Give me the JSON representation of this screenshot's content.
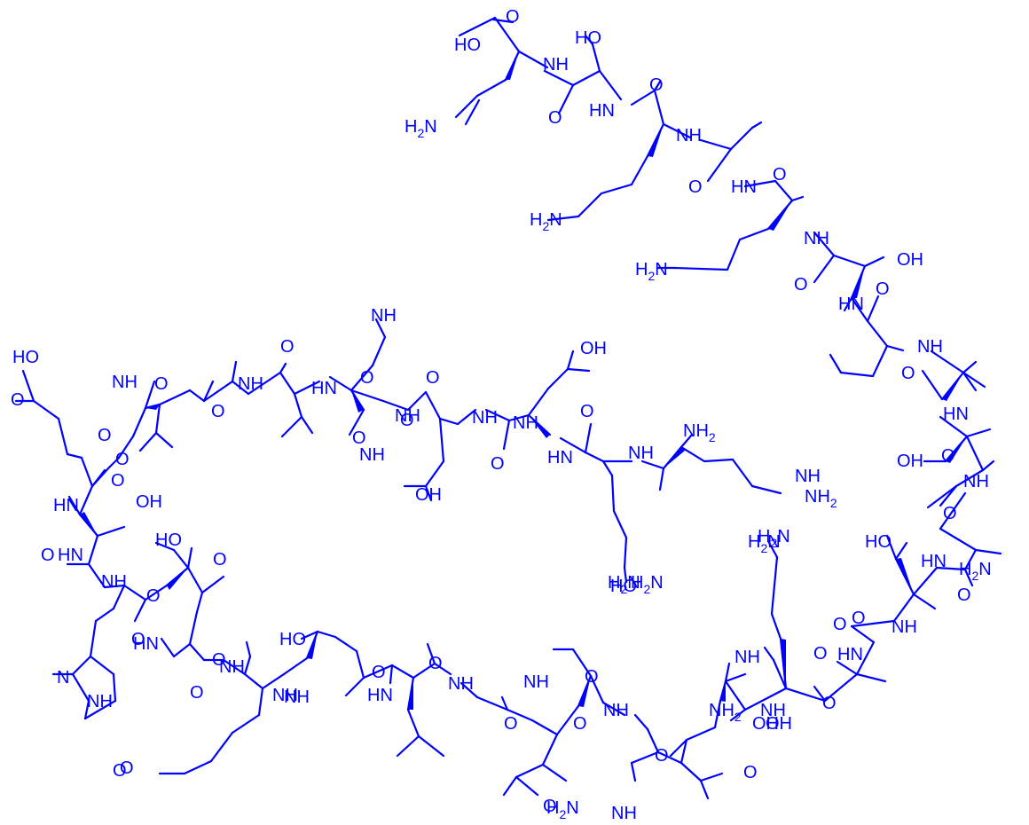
{
  "colors": {
    "ink": "#0000ff",
    "background": "#ffffff"
  },
  "labels": [
    "HO",
    "O",
    "HO",
    "NH",
    "O",
    "H2N",
    "HN",
    "O",
    "NH",
    "O",
    "H2N",
    "HN",
    "O",
    "H2N",
    "NH",
    "O",
    "OH",
    "HN",
    "O",
    "NH",
    "HN",
    "O",
    "O",
    "NH",
    "O",
    "O",
    "NH",
    "HN",
    "O",
    "HO",
    "OH",
    "O",
    "NH",
    "O",
    "NH",
    "O",
    "NH",
    "NH",
    "O",
    "O",
    "HN",
    "NH",
    "NH2",
    "NH2",
    "O",
    "NH",
    "O",
    "O",
    "OH",
    "NH",
    "HN",
    "O",
    "HO",
    "O",
    "NH",
    "O",
    "H2N",
    "O",
    "O",
    "HN",
    "OH",
    "HN",
    "O",
    "NH",
    "HO",
    "O",
    "NH",
    "O",
    "HN",
    "NH",
    "O",
    "O",
    "HO",
    "O",
    "NH",
    "O",
    "NH",
    "HN",
    "NH",
    "O",
    "N",
    "NH",
    "NH",
    "O",
    "O",
    "NH",
    "NH",
    "O",
    "HN",
    "O",
    "O",
    "H2N",
    "O",
    "OH",
    "O",
    "OH",
    "O",
    "NH",
    "NH2",
    "O",
    "H2N",
    "H2N",
    "O",
    "HO",
    "OH",
    "NH",
    "H2N",
    "O",
    "H2N"
  ]
}
